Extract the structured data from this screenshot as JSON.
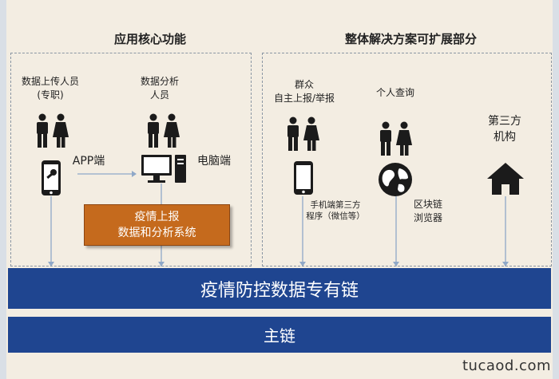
{
  "headings": {
    "left": "应用核心功能",
    "right": "整体解决方案可扩展部分"
  },
  "left_panel": {
    "uploader_line1": "数据上传人员",
    "uploader_line2": "(专职)",
    "analyst_line1": "数据分析",
    "analyst_line2": "人员",
    "app_label": "APP端",
    "pc_label": "电脑端",
    "core_line1": "疫情上报",
    "core_line2": "数据和分析系统"
  },
  "right_panel": {
    "public_line1": "群众",
    "public_line2": "自主上报/举报",
    "personal_query": "个人查询",
    "third_party_line1": "第三方",
    "third_party_line2": "机构",
    "mobile_line1": "手机端第三方",
    "mobile_line2": "程序（微信等）",
    "browser_line1": "区块链",
    "browser_line2": "浏览器"
  },
  "bands": {
    "chain": "疫情防控数据专有链",
    "main": "主链"
  },
  "watermark": "tucaod.com",
  "colors": {
    "band": "#1f4590",
    "core_box": "#c56a1d",
    "icon": "#1b1b1b",
    "background": "#f3ede2"
  },
  "icons": [
    "people-icon",
    "phone-icon",
    "computer-icon",
    "globe-icon",
    "house-icon"
  ]
}
